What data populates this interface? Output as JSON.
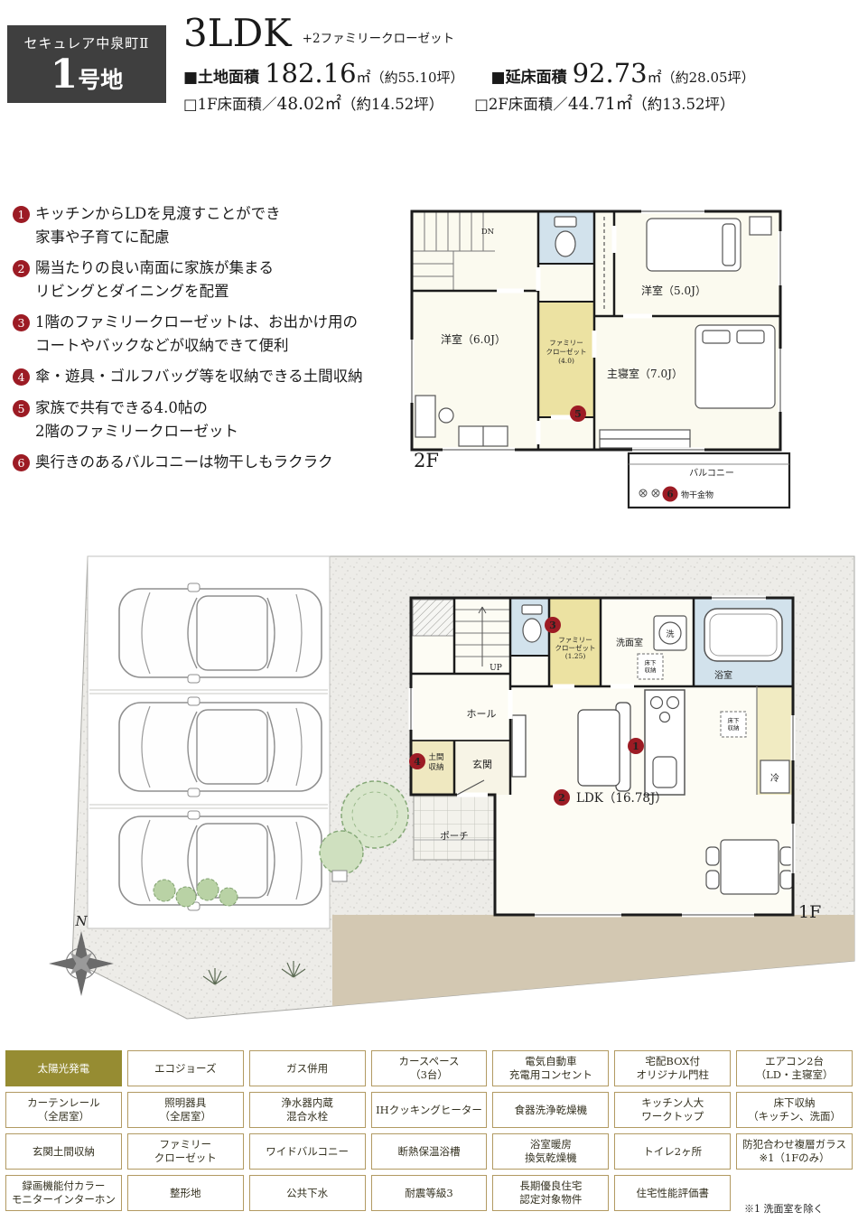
{
  "header": {
    "project": "セキュレア中泉町Ⅱ",
    "lot_num": "1",
    "lot_suffix": "号地",
    "plan": "3LDK",
    "plan_note": "+2ファミリークローゼット",
    "land": {
      "label": "■土地面積",
      "value": "182.16",
      "unit": "㎡",
      "tsubo": "（約55.10坪）"
    },
    "total": {
      "label": "■延床面積",
      "value": "92.73",
      "unit": "㎡",
      "tsubo": "（約28.05坪）"
    },
    "f1": {
      "label": "□1F床面積／",
      "value": "48.02㎡",
      "tsubo": "（約14.52坪）"
    },
    "f2": {
      "label": "□2F床面積／",
      "value": "44.71㎡",
      "tsubo": "（約13.52坪）"
    }
  },
  "features": [
    {
      "n": "1",
      "text": "キッチンからLDを見渡すことができ\n家事や子育てに配慮"
    },
    {
      "n": "2",
      "text": "陽当たりの良い南面に家族が集まる\nリビングとダイニングを配置"
    },
    {
      "n": "3",
      "text": "1階のファミリークローゼットは、お出かけ用の\nコートやバックなどが収納できて便利"
    },
    {
      "n": "4",
      "text": "傘・遊具・ゴルフバッグ等を収納できる土間収納"
    },
    {
      "n": "5",
      "text": "家族で共有できる4.0帖の\n2階のファミリークローゼット"
    },
    {
      "n": "6",
      "text": "奥行きのあるバルコニーは物干しもラクラク"
    }
  ],
  "plan2f": {
    "floor": "2F",
    "dn": "DN",
    "room_y5": "洋室（5.0J）",
    "room_y6": "洋室（6.0J）",
    "room_m": "主寝室（7.0J）",
    "fc1": "ファミリー",
    "fc2": "クローゼット",
    "fc3": "(4.0)",
    "balcony": "バルコニー",
    "monohoshi": "物干金物",
    "m5": "5",
    "m6": "6"
  },
  "plan1f": {
    "floor": "1F",
    "up": "UP",
    "hall": "ホール",
    "genkan": "玄関",
    "doma1": "土間",
    "doma2": "収納",
    "porch": "ポーチ",
    "fc1": "ファミリー",
    "fc2": "クローゼット",
    "fc3": "(1.25)",
    "senmen": "洗面室",
    "sen": "洗",
    "bath": "浴室",
    "yukashita1": "床下",
    "yukashita2": "収納",
    "rei": "冷",
    "ldk": "LDK（16.78J）",
    "m1": "1",
    "m2": "2",
    "m3": "3",
    "m4": "4",
    "north": "N"
  },
  "amenities": [
    "太陽光発電",
    "エコジョーズ",
    "ガス併用",
    "カースペース\n（3台）",
    "電気自動車\n充電用コンセント",
    "宅配BOX付\nオリジナル門柱",
    "エアコン2台\n（LD・主寝室）",
    "カーテンレール\n（全居室）",
    "照明器具\n（全居室）",
    "浄水器内蔵\n混合水栓",
    "IHクッキングヒーター",
    "食器洗浄乾燥機",
    "キッチン人大\nワークトップ",
    "床下収納\n（キッチン、洗面）",
    "玄関土間収納",
    "ファミリー\nクローゼット",
    "ワイドバルコニー",
    "断熱保温浴槽",
    "浴室暖房\n換気乾燥機",
    "トイレ2ヶ所",
    "防犯合わせ複層ガラス\n※1（1Fのみ）",
    "録画機能付カラー\nモニターインターホン",
    "整形地",
    "公共下水",
    "耐震等級3",
    "長期優良住宅\n認定対象物件",
    "住宅性能評価書"
  ],
  "footnote": "※1 洗面室を除く"
}
